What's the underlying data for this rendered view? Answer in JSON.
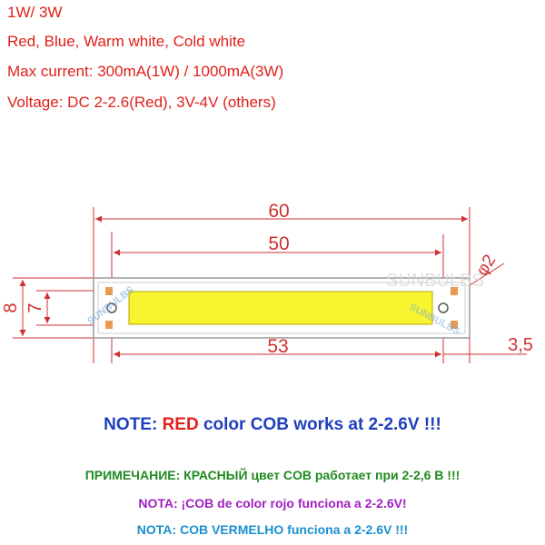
{
  "specs": {
    "power": "1W/ 3W",
    "colors": "Red, Blue, Warm white, Cold white",
    "current": "Max current: 300mA(1W) / 1000mA(3W)",
    "voltage": "Voltage: DC 2-2.6(Red),  3V-4V (others)"
  },
  "dimensions": {
    "overall_length": "60",
    "emitter_length": "50",
    "hole_spacing": "53",
    "height": "8",
    "emitter_height": "7",
    "hole_diameter": "φ2",
    "hole_offset": "3,5"
  },
  "watermark": {
    "text": "SUNBULBS"
  },
  "notes": {
    "main_label": "NOTE",
    "main_sep": ": ",
    "main_red": "RED",
    "main_rest": " color COB works at 2-2.6V !!!",
    "ru": "ПРИМЕЧАНИЕ: КРАСНЫЙ цвет COB работает при 2-2,6 В !!!",
    "es": "NOTA: ¡COB de color rojo funciona a 2-2.6V!",
    "pt": "NOTA: COB VERMELHO funciona a 2-2.6V !!!"
  },
  "colors": {
    "spec_text": "#e0201a",
    "note_blue": "#1f3fbf",
    "note_red": "#e0201a",
    "ru_green": "#1f8a1f",
    "es_purple": "#a020c0",
    "pt_cyan": "#1a8fd0",
    "dimension_red": "#d03030",
    "led_yellow": "#f8f430",
    "pad_orange": "#e89a50"
  }
}
